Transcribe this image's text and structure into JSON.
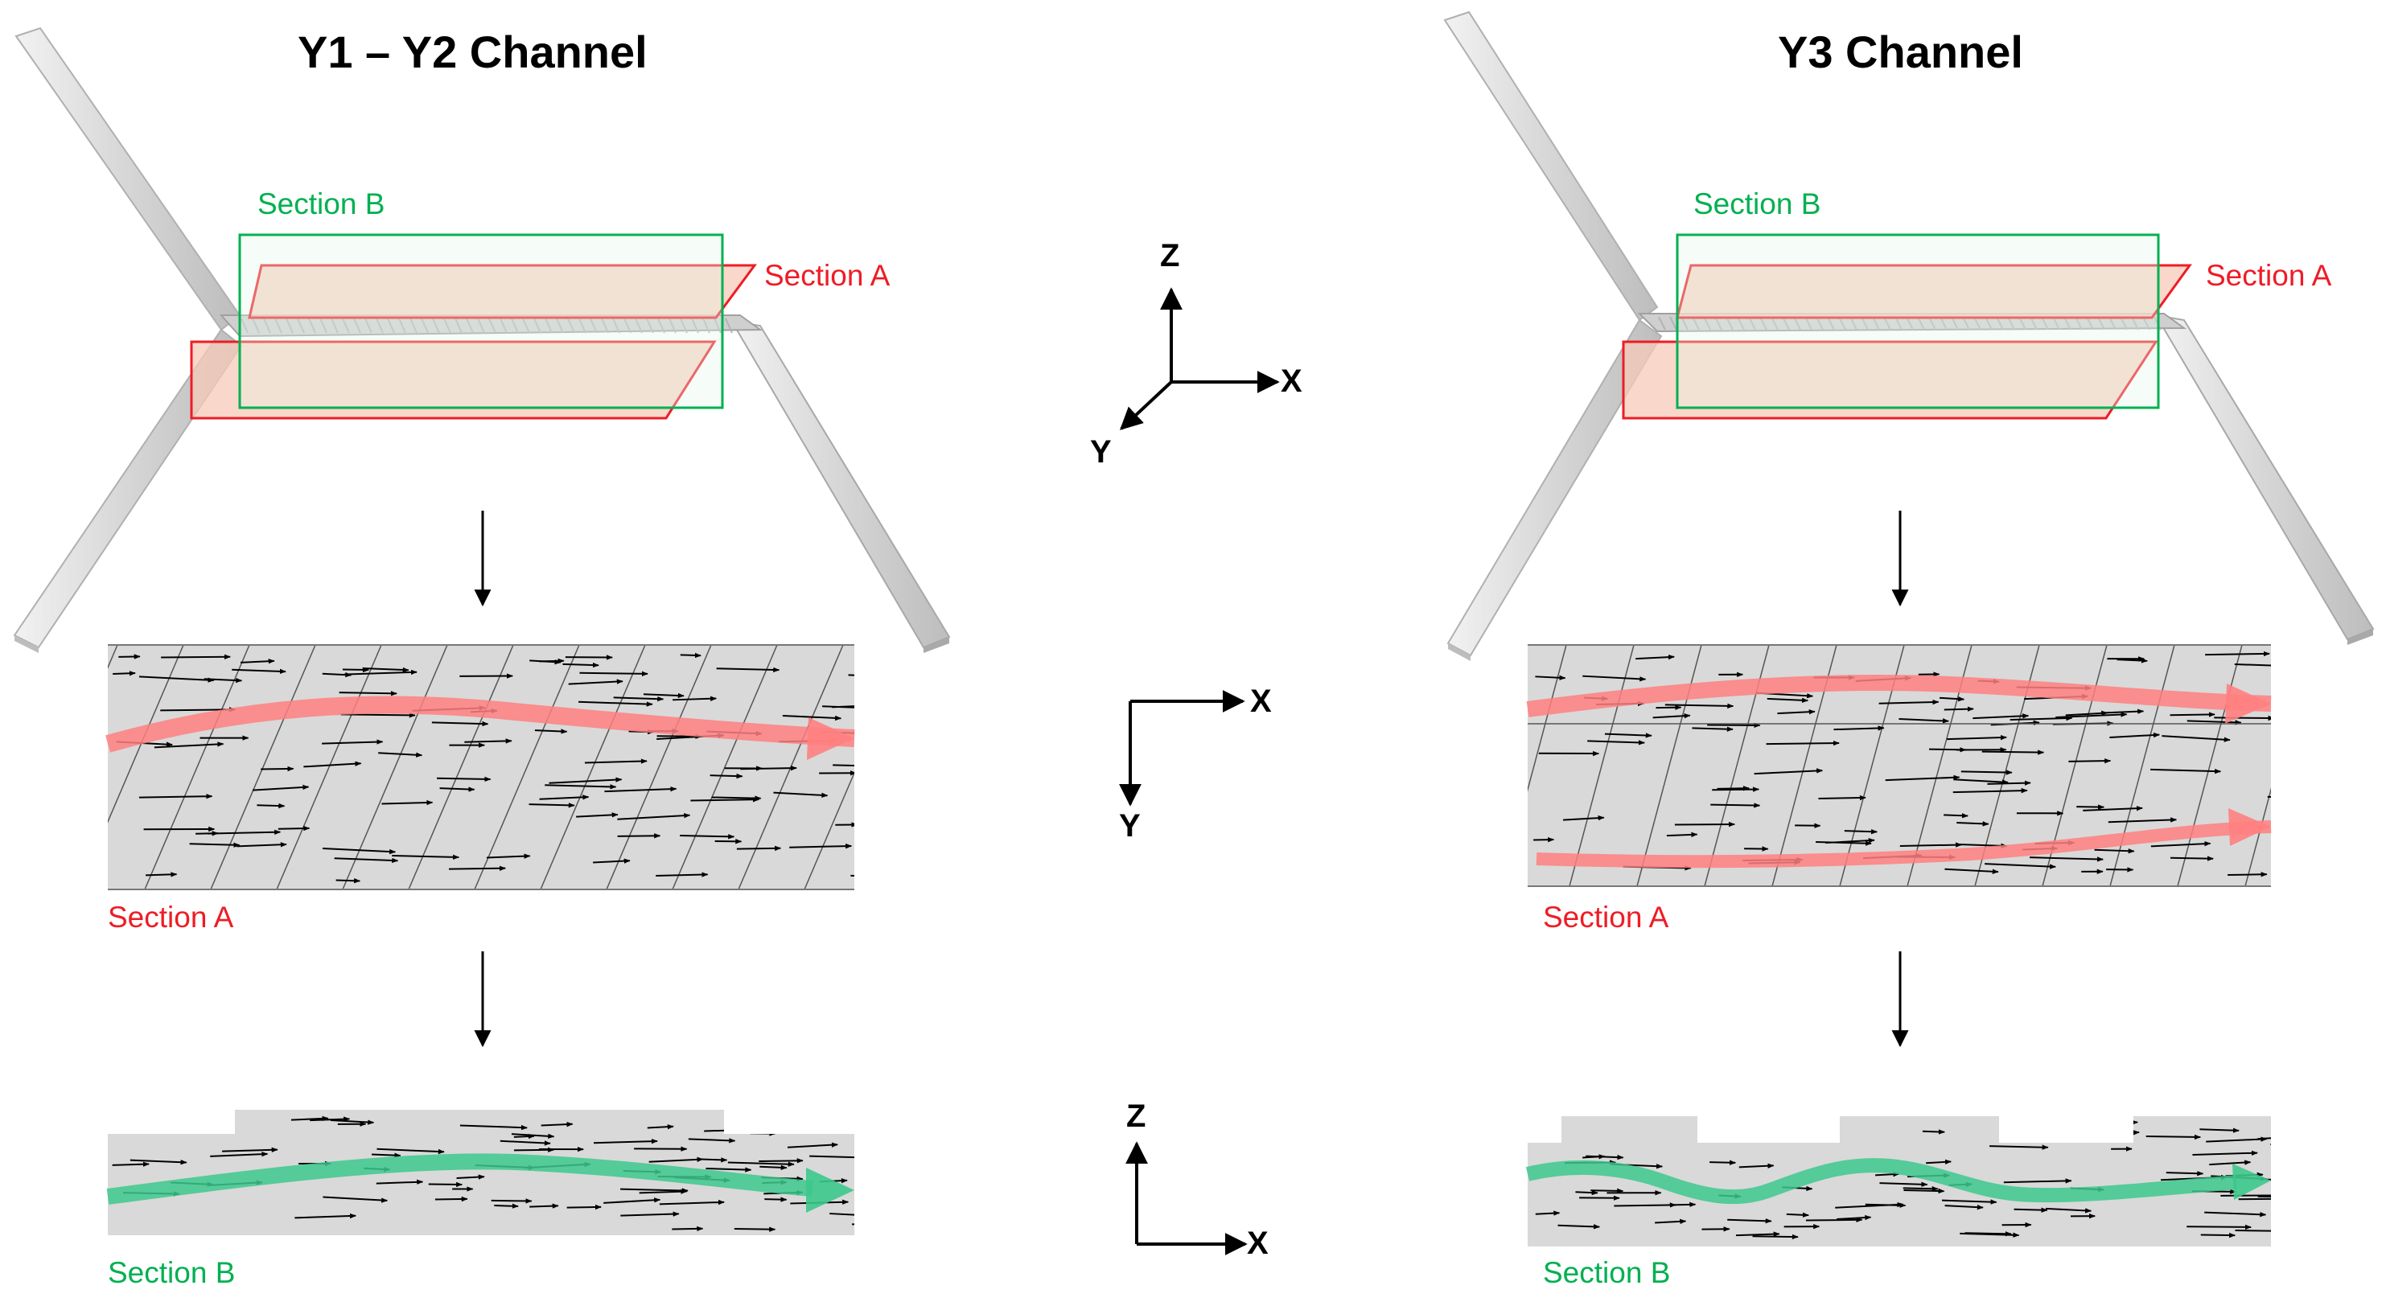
{
  "panels": {
    "left": {
      "title": "Y1 – Y2 Channel",
      "section_a": "Section A",
      "section_b": "Section B"
    },
    "right": {
      "title": "Y3 Channel",
      "section_a": "Section A",
      "section_b": "Section B"
    }
  },
  "axes": {
    "xyz": {
      "z": "Z",
      "x": "X",
      "y": "Y"
    },
    "xy": {
      "x": "X",
      "y": "Y"
    },
    "xz": {
      "z": "Z",
      "x": "X"
    }
  },
  "colors": {
    "section_a": "#ee1c25",
    "section_b": "#00b050",
    "flow_a": "#ff7f7f",
    "flow_b": "#3cc88c",
    "channel": "#d9d9d9"
  }
}
